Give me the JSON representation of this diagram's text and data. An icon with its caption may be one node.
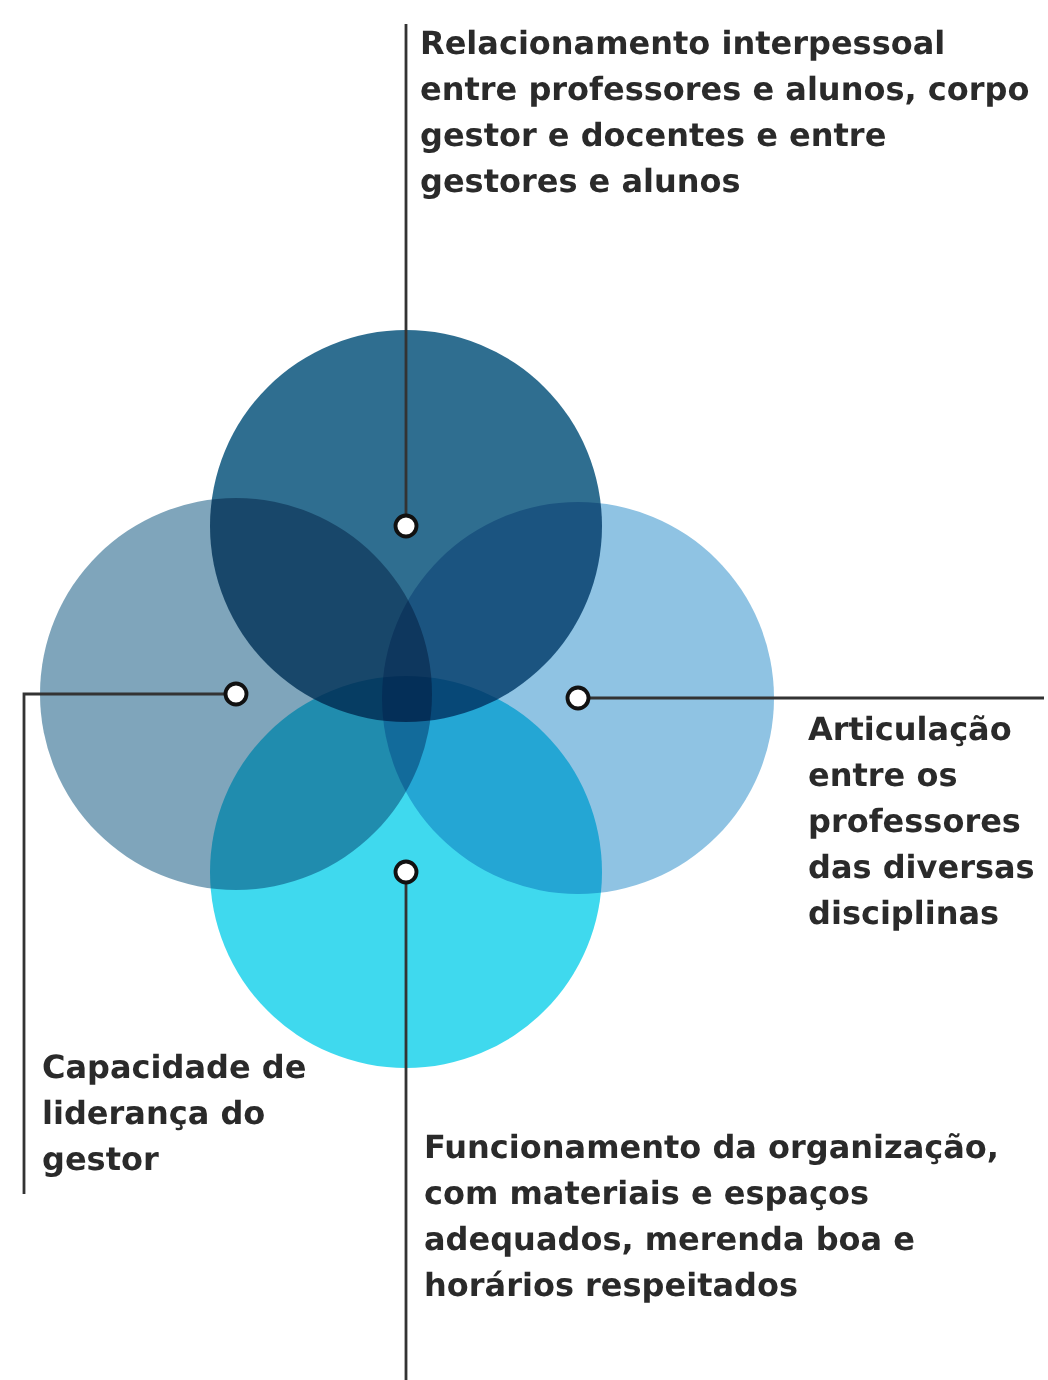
{
  "diagram": {
    "nodes": [
      {
        "text": [],
        "shape": "circle"
      },
      {
        "text": [],
        "shape": "circle"
      },
      {
        "text": [],
        "shape": "circle"
      },
      {
        "text": [],
        "shape": "circle"
      },
      {
        "text": [
          "Relacionamento interpessoal entre professores e alunos, corpo gestor e docentes e entre gestores e alunos"
        ]
      },
      {
        "text": [
          "Capacidade de liderança do gestor"
        ]
      },
      {
        "text": [
          "Articulação entre os professores das diversas disciplinas"
        ]
      },
      {
        "text": [
          "Funcionamento da organização, com materiais e espaços adequados, merenda boa e horários respeitados"
        ]
      }
    ],
    "edges": [
      {
        "from": 4,
        "to": 1,
        "arrow": "other"
      },
      {
        "from": 5,
        "to": 0,
        "arrow": "other"
      },
      {
        "from": 6,
        "to": 2,
        "arrow": "other"
      },
      {
        "from": 7,
        "to": 3,
        "arrow": "other"
      }
    ]
  }
}
